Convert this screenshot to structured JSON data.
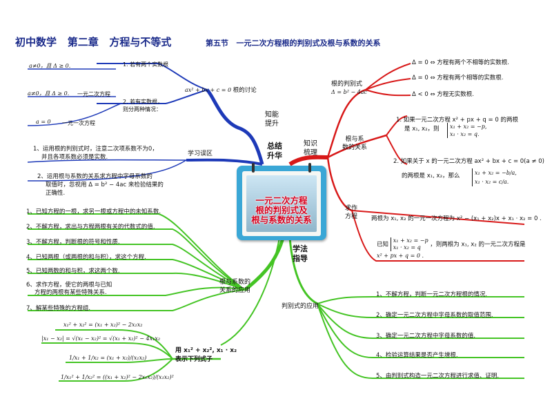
{
  "header": {
    "course": "初中数学",
    "chapter": "第二章",
    "chapter_title": "方程与不等式",
    "section": "第五节",
    "section_title": "一元二次方程根的判别式及根与系数的关系"
  },
  "center": {
    "line1": "一元二次方程",
    "line2": "根的判别式及",
    "line3": "根与系数的关系"
  },
  "branches": {
    "zongjie": [
      "总结",
      "升华"
    ],
    "zhineng": [
      "知能",
      "提升"
    ],
    "zhishi": [
      "知识",
      "梳理"
    ],
    "xuefa": [
      "学法",
      "指导"
    ]
  },
  "tl": {
    "discussion_label": "根的讨论",
    "discussion_eq": "ax² + bx + c = 0",
    "case1_cond": "a≠0，且 Δ ≥ 0.",
    "case1_label": "1. 若有两个实数根",
    "case2_cond": "a≠0，且 Δ ≥ 0.",
    "case2_note": "一元二次方程",
    "case2_label1": "2. 若有实数根，",
    "case2_label2": "则分两种情况：",
    "case3_cond": "a = 0",
    "case3_note": "一元一次方程"
  },
  "wuqu": {
    "label": "学习误区",
    "item1_l1": "1、运用根的判别式时，注意二次项系数不为0，",
    "item1_l2": "并且各项系数必须是实数.",
    "item2_l1": "2、运用根与系数的关系求方程中字母系数的",
    "item2_l2": "取值时，忽视用 Δ = b² − 4ac 来检验结果的",
    "item2_l3": "正确性."
  },
  "pbs": {
    "label": "根的判别式",
    "formula": "Δ = b² − 4ac",
    "r1": "Δ = 0 ⇔ 方程有两个不相等的实数根.",
    "r2": "Δ = 0 ⇔ 方程有两个相等的实数根.",
    "r3": "Δ < 0 ⇔ 方程无实数根."
  },
  "gyxs": {
    "label1": "根与系",
    "label2": "数的关系",
    "i1_l1": "1. 如果一元二次方程 x² + px + q = 0 的两根",
    "i1_l2": "是 x₁, x₂，则",
    "i1_f1": "x₁ + x₂ = −p,",
    "i1_f2": "x₁ · x₂ = q.",
    "i2_l1": "2. 如果关于 x 的一元二次方程 ax² + bx + c = 0(a ≠ 0)",
    "i2_l2": "的两根是 x₁, x₂，那么",
    "i2_f1": "x₁ + x₂ = −b/a,",
    "i2_f2": "x₁ · x₂ = c/a."
  },
  "qzfc": {
    "label1": "求作",
    "label2": "方程",
    "l1": "两根为 x₁, x₂ 的一元一次方程为 x² − (x₁ + x₂)x + x₁ · x₂ = 0 .",
    "l2a": "已知",
    "l2f1": "x₁ + x₂ = −p",
    "l2f2": "x₁ · x₂ = q",
    "l2b": "，则两根为 x₁, x₂ 的一元二次方程是",
    "l3": "x² + px + q = 0 ."
  },
  "gyxsyy": {
    "label1": "根与系数的",
    "label2": "关系的应用",
    "items": [
      "1、已知方程的一根，求另一根或方程中的未知系数.",
      "2、不解方程，求出与方程两根有关的代数式的值.",
      "3、不解方程，判断根的符号和性质.",
      "4、已知两根（或两根的和与积），求这个方程.",
      "5、已知两数的和与积，求这两个数.",
      "6、求作方程，使它的两根与已知",
      "方程的两根有某些特殊关系.",
      "7、解某些特殊的方程组."
    ]
  },
  "biaoshi": {
    "label1": "用 x₁² + x₂², x₁ · x₂",
    "label2": "表示下列式子",
    "f1": "x₁² + x₂² = (x₁ + x₂)² − 2x₁x₂",
    "f2": "|x₁ − x₂| = √(x₁ − x₂)² = √(x₁ + x₂)² − 4x₁x₂",
    "f3": "1/x₁ + 1/x₂ = (x₁ + x₂)/(x₁x₂)",
    "f4": "1/x₁² + 1/x₂² = ((x₁ + x₂)² − 2x₁x₂)/(x₁x₂)²"
  },
  "pbsyy": {
    "label": "判别式的应用",
    "items": [
      "1、不解方程，判断一元二次方程根的情况.",
      "2、确定一元二次方程中字母系数的取值范围.",
      "3、确定一元二次方程中字母系数的值.",
      "4、检验运算结果是否产生增根.",
      "5、由判别式构造一元二次方程进行求值、证明."
    ]
  }
}
